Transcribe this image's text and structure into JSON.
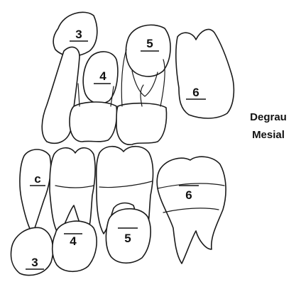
{
  "upper_teeth": [
    {
      "label": "3",
      "name": "upper-canine-3"
    },
    {
      "label": "4",
      "name": "upper-premolar-4"
    },
    {
      "label": "5",
      "name": "upper-premolar-5"
    },
    {
      "label": "6",
      "name": "upper-molar-6"
    }
  ],
  "lower_teeth": [
    {
      "label": "c",
      "name": "lower-deciduous-canine-c"
    },
    {
      "label": "4",
      "name": "lower-premolar-4"
    },
    {
      "label": "5",
      "name": "lower-premolar-5"
    },
    {
      "label": "6",
      "name": "lower-molar-6"
    },
    {
      "label": "3",
      "name": "lower-canine-3"
    }
  ],
  "caption": {
    "line1": "Degrau",
    "line2": "Mesial"
  },
  "colors": {
    "stroke": "#1a1a1a",
    "fill": "#ffffff",
    "background": "#ffffff"
  }
}
